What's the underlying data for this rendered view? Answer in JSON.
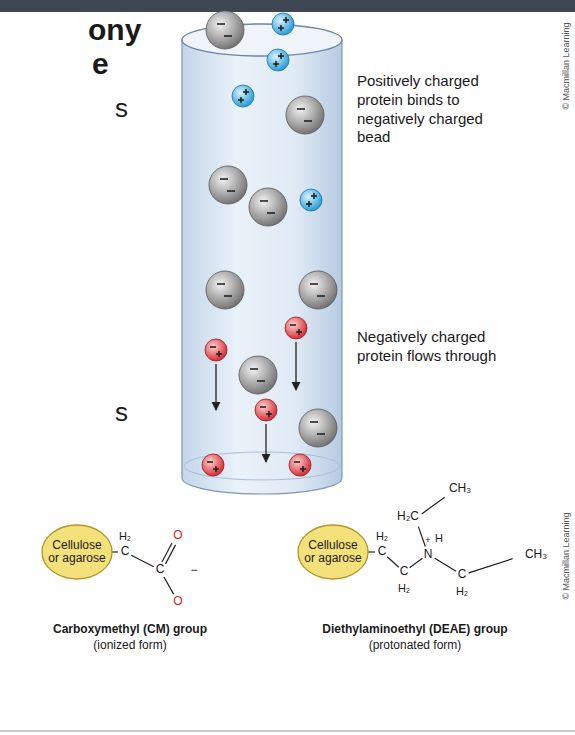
{
  "diagram": {
    "nodes": [
      {
        "text": [
          "Cellulose or agarose"
        ]
      },
      {
        "text": [
          "Cellulose or agarose"
        ]
      }
    ],
    "labels": [
      "ony",
      "e",
      "s",
      "s",
      "© Macmillan Learning",
      "Positively charged protein binds to negatively charged bead",
      "Negatively charged protein flows through",
      "© Macmillan Learning",
      "H₂",
      "C",
      "C",
      "O",
      "O",
      "−",
      "Carboxymethyl (CM) group",
      "(ionized form)",
      "CH₃",
      "H₂C",
      "H₂",
      "C",
      "H",
      "+",
      "N",
      "C",
      "H₂",
      "C",
      "H₂",
      "CH₃",
      "Diethylaminoethyl (DEAE) group",
      "(protonated form)"
    ]
  }
}
